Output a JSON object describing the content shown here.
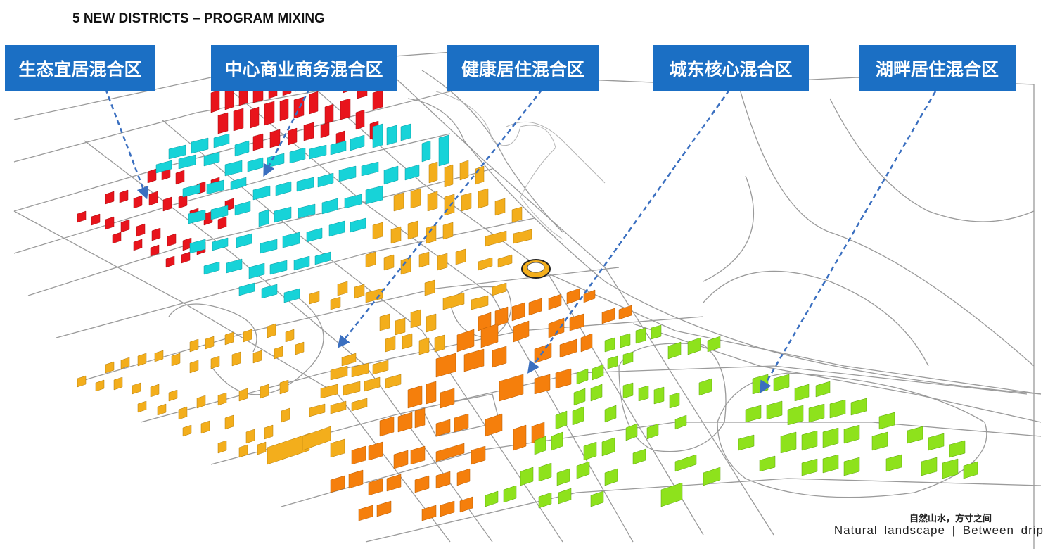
{
  "title": "5 NEW DISTRICTS – PROGRAM MIXING",
  "districts": [
    {
      "label": "生态宜居混合区",
      "color": "#e8141c"
    },
    {
      "label": "中心商业商务混合区",
      "color": "#17d3d8"
    },
    {
      "label": "健康居住混合区",
      "color": "#f3ae1c"
    },
    {
      "label": "城东核心混合区",
      "color": "#f57f0c"
    },
    {
      "label": "湖畔居住混合区",
      "color": "#8ee21c"
    }
  ],
  "label_color": "#1b6fc4",
  "caption": {
    "cn": "自然山水，方寸之间",
    "en": "Natural landscape | Between drip"
  }
}
